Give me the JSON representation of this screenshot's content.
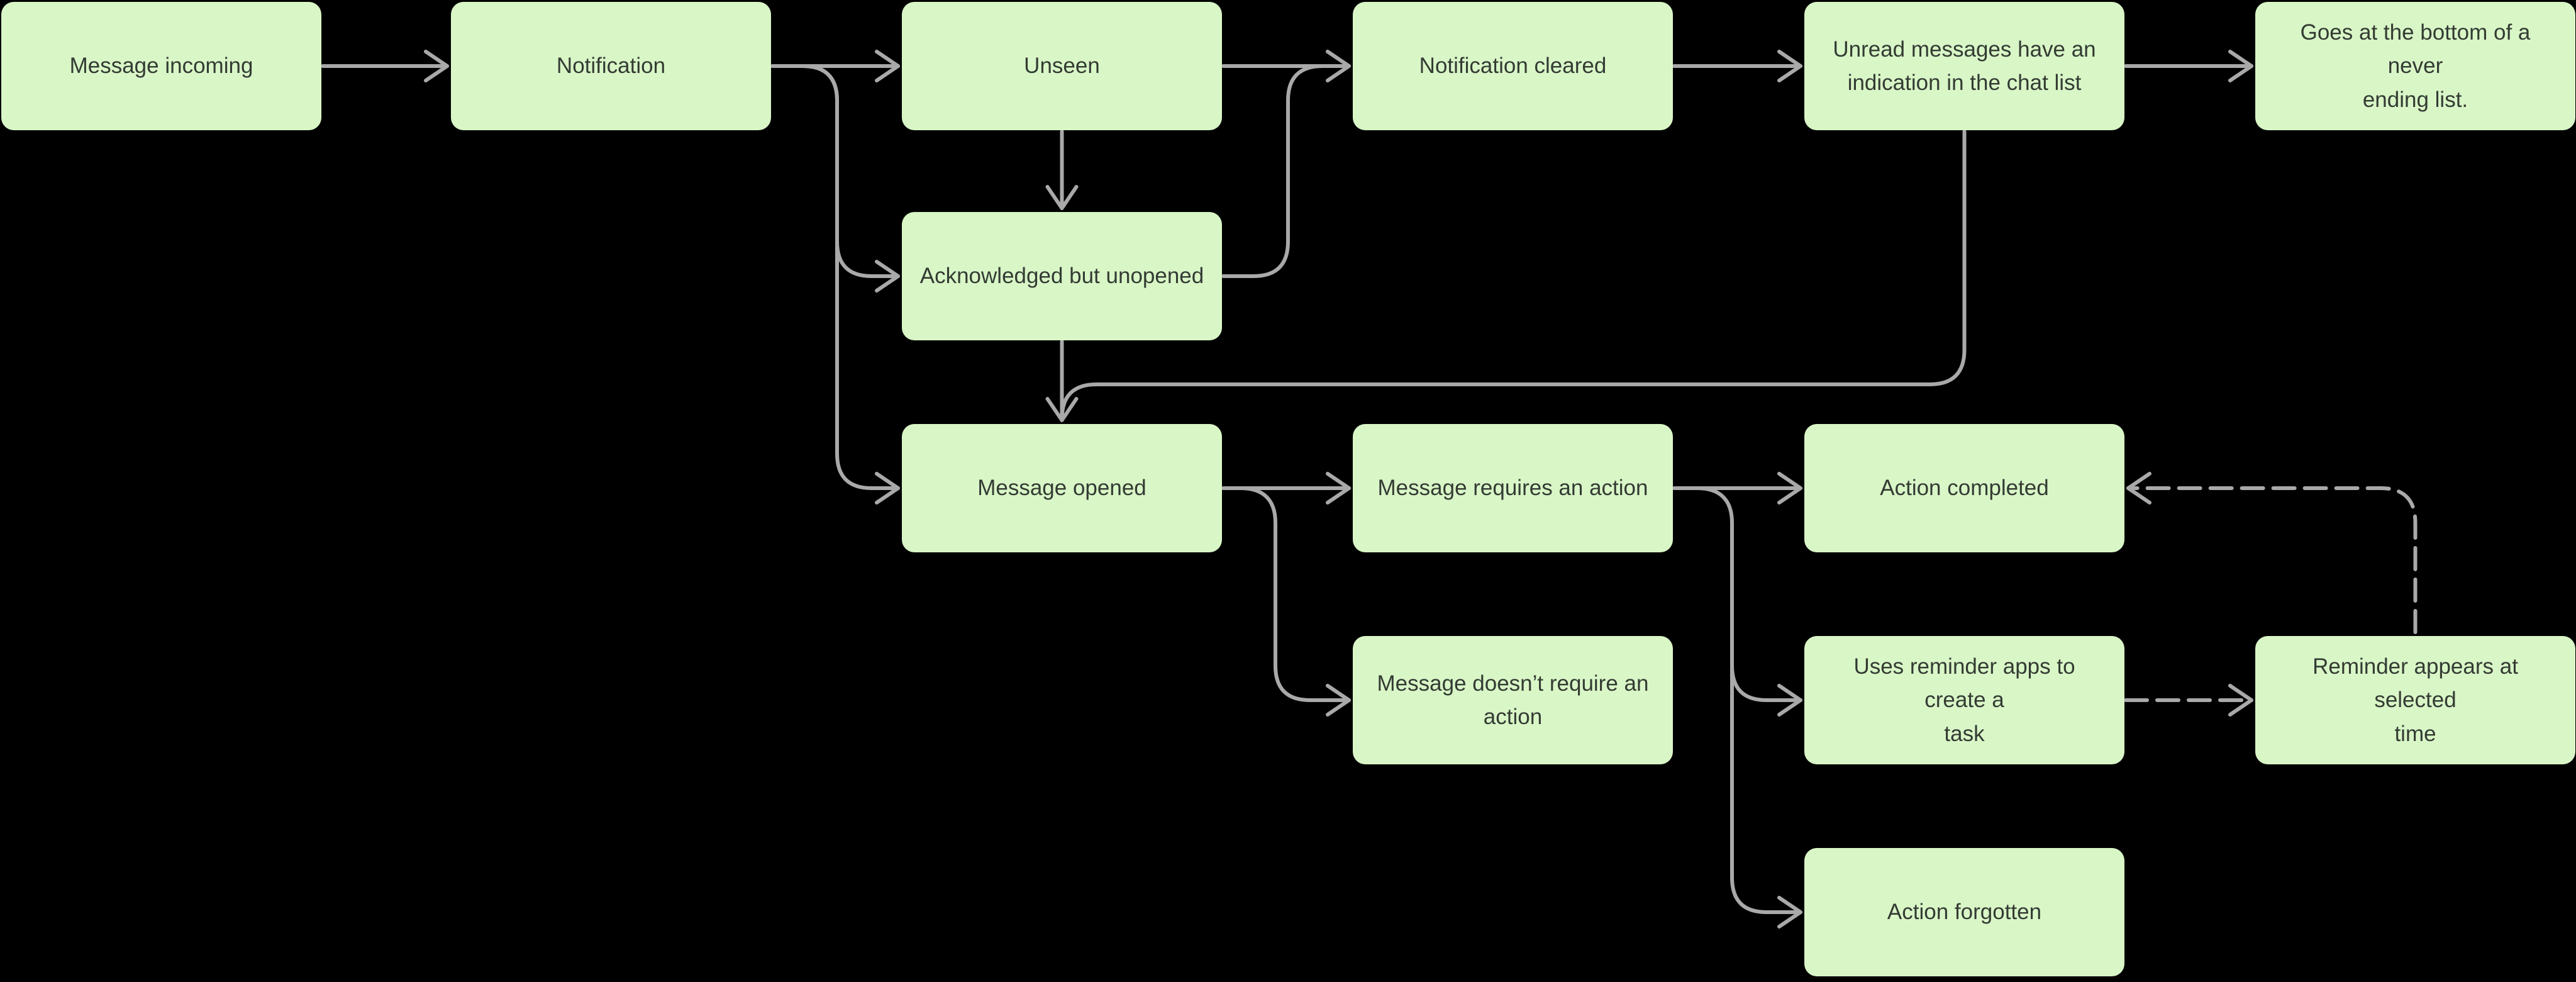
{
  "app": {
    "view_label": "flowchart-canvas"
  },
  "palette": {
    "background": "#000000",
    "node_fill": "#d9f6c7",
    "node_text": "#333b33",
    "connector": "#a9a9a9"
  },
  "diagram": {
    "nodes": [
      {
        "id": "message-incoming",
        "label": "Message incoming",
        "col": 1,
        "row": 1
      },
      {
        "id": "notification",
        "label": "Notification",
        "col": 2,
        "row": 1
      },
      {
        "id": "unseen",
        "label": "Unseen",
        "col": 3,
        "row": 1
      },
      {
        "id": "notification-cleared",
        "label": "Notification cleared",
        "col": 4,
        "row": 1
      },
      {
        "id": "unread-messages-indication",
        "label": "Unread messages have an\nindication in the chat list",
        "col": 5,
        "row": 1
      },
      {
        "id": "goes-bottom-list",
        "label": "Goes at the bottom of a never\nending list.",
        "col": 6,
        "row": 1
      },
      {
        "id": "acknowledged-but-unopened",
        "label": "Acknowledged but unopened",
        "col": 3,
        "row": 2
      },
      {
        "id": "message-opened",
        "label": "Message opened",
        "col": 3,
        "row": 3
      },
      {
        "id": "message-requires-action",
        "label": "Message requires an action",
        "col": 4,
        "row": 3
      },
      {
        "id": "action-completed",
        "label": "Action completed",
        "col": 5,
        "row": 3
      },
      {
        "id": "message-doesnt-require-action",
        "label": "Message doesn’t require an\naction",
        "col": 4,
        "row": 4
      },
      {
        "id": "uses-reminder-apps",
        "label": "Uses reminder apps to create a\ntask",
        "col": 5,
        "row": 4
      },
      {
        "id": "reminder-appears",
        "label": "Reminder appears at selected\ntime",
        "col": 6,
        "row": 4
      },
      {
        "id": "action-forgotten",
        "label": "Action forgotten",
        "col": 5,
        "row": 5
      }
    ],
    "edges": [
      {
        "from": "message-incoming",
        "to": "notification",
        "style": "solid"
      },
      {
        "from": "notification",
        "to": "unseen",
        "style": "solid"
      },
      {
        "from": "notification",
        "to": "acknowledged-but-unopened",
        "style": "solid"
      },
      {
        "from": "notification",
        "to": "message-opened",
        "style": "solid"
      },
      {
        "from": "unseen",
        "to": "notification-cleared",
        "style": "solid"
      },
      {
        "from": "unseen",
        "to": "acknowledged-but-unopened",
        "style": "solid"
      },
      {
        "from": "acknowledged-but-unopened",
        "to": "notification-cleared",
        "style": "solid"
      },
      {
        "from": "acknowledged-but-unopened",
        "to": "message-opened",
        "style": "solid"
      },
      {
        "from": "notification-cleared",
        "to": "unread-messages-indication",
        "style": "solid"
      },
      {
        "from": "unread-messages-indication",
        "to": "goes-bottom-list",
        "style": "solid"
      },
      {
        "from": "unread-messages-indication",
        "to": "message-opened",
        "style": "solid"
      },
      {
        "from": "message-opened",
        "to": "message-requires-action",
        "style": "solid"
      },
      {
        "from": "message-opened",
        "to": "message-doesnt-require-action",
        "style": "solid"
      },
      {
        "from": "message-requires-action",
        "to": "action-completed",
        "style": "solid"
      },
      {
        "from": "message-requires-action",
        "to": "uses-reminder-apps",
        "style": "solid"
      },
      {
        "from": "message-requires-action",
        "to": "action-forgotten",
        "style": "solid"
      },
      {
        "from": "uses-reminder-apps",
        "to": "reminder-appears",
        "style": "dashed"
      },
      {
        "from": "reminder-appears",
        "to": "action-completed",
        "style": "dashed"
      }
    ]
  }
}
